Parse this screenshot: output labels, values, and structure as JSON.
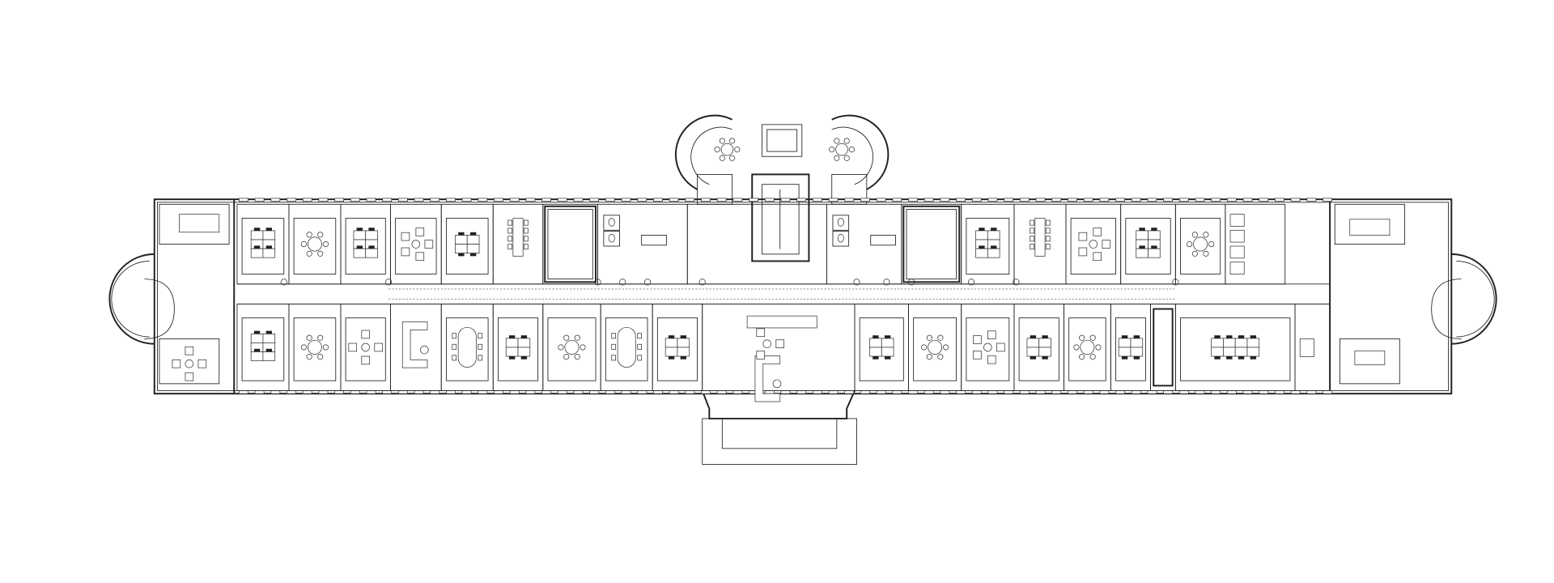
{
  "plan": {
    "title": "",
    "top_rooms": [
      {
        "type": "desks",
        "desks": 6
      },
      {
        "type": "round",
        "seats": 6
      },
      {
        "type": "desks",
        "desks": 6
      },
      {
        "type": "lounge",
        "seats": 5
      },
      {
        "type": "desks",
        "desks": 4
      },
      {
        "type": "meeting",
        "seats": 8
      },
      {
        "type": "closed"
      },
      {
        "type": "toilets"
      },
      {
        "type": "lobby"
      },
      {
        "type": "toilets"
      },
      {
        "type": "closed"
      },
      {
        "type": "desks",
        "desks": 6
      },
      {
        "type": "meeting",
        "seats": 8
      },
      {
        "type": "lounge",
        "seats": 5
      },
      {
        "type": "desks",
        "desks": 6
      },
      {
        "type": "round",
        "seats": 6
      },
      {
        "type": "booths"
      }
    ],
    "bottom_rooms": [
      {
        "type": "desks",
        "desks": 6
      },
      {
        "type": "round",
        "seats": 6
      },
      {
        "type": "lounge",
        "seats": 4
      },
      {
        "type": "sofa"
      },
      {
        "type": "oval",
        "seats": 6
      },
      {
        "type": "desks",
        "desks": 4
      },
      {
        "type": "round",
        "seats": 6
      },
      {
        "type": "oval",
        "seats": 6
      },
      {
        "type": "desks",
        "desks": 4
      },
      {
        "type": "central-lounge"
      },
      {
        "type": "desks",
        "desks": 4
      },
      {
        "type": "round",
        "seats": 6
      },
      {
        "type": "lounge",
        "seats": 5
      },
      {
        "type": "desks",
        "desks": 4
      },
      {
        "type": "round",
        "seats": 6
      },
      {
        "type": "desks",
        "desks": 4
      },
      {
        "type": "narrow"
      },
      {
        "type": "desks",
        "desks": 8
      },
      {
        "type": "misc"
      }
    ],
    "corridor_columns": 12
  }
}
